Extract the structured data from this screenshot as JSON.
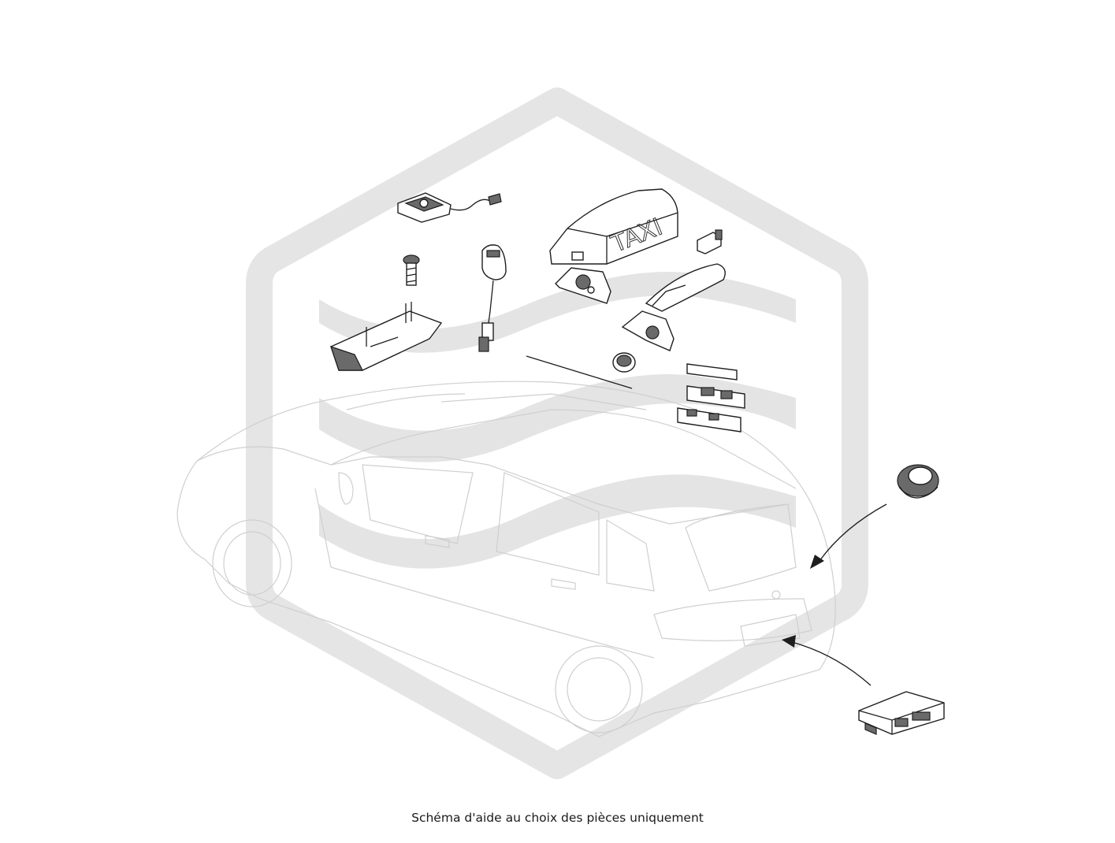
{
  "caption": "Schéma d'aide au choix des pièces uniquement",
  "watermark": {
    "color": "#dcdcdc",
    "opacity": 0.75
  },
  "taxi_sign_text": "TAXI",
  "colors": {
    "line": "#1e1e1e",
    "car_outline": "#cfcfcf",
    "background": "#ffffff"
  }
}
